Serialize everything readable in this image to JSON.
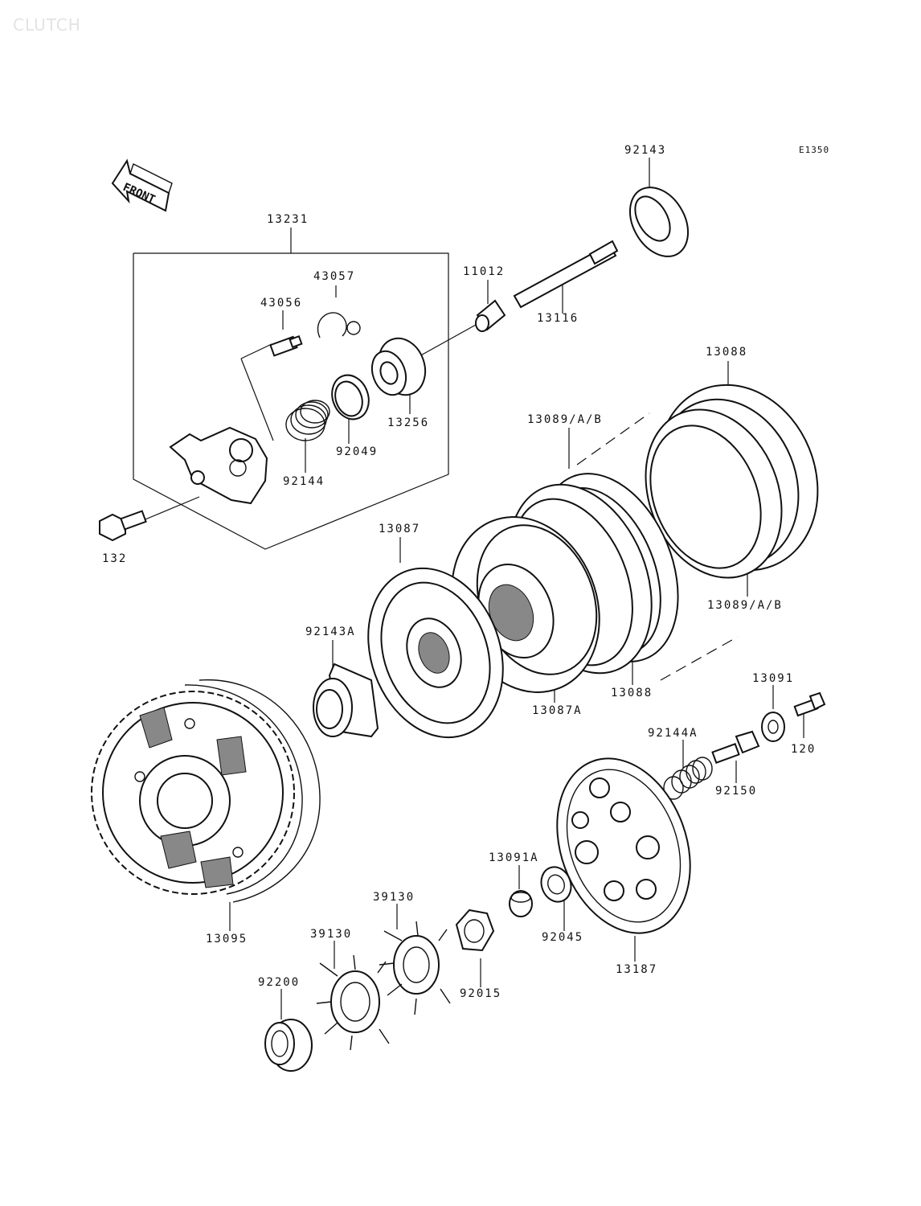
{
  "watermark": "CLUTCH",
  "diagram_code": "E1350",
  "front_label": "FRONT",
  "labels": {
    "p92143": "92143",
    "p13231": "13231",
    "p43057": "43057",
    "p43056": "43056",
    "p11012": "11012",
    "p13116": "13116",
    "p13088_top": "13088",
    "p13256": "13256",
    "p92049": "92049",
    "p92144": "92144",
    "p132": "132",
    "p13089_top": "13089/A/B",
    "p13087": "13087",
    "p92143A": "92143A",
    "p13089_bottom": "13089/A/B",
    "p13088_bottom": "13088",
    "p13087A": "13087A",
    "p13091": "13091",
    "p92144A": "92144A",
    "p120": "120",
    "p92150": "92150",
    "p13091A": "13091A",
    "p39130_upper": "39130",
    "p39130_lower": "39130",
    "p92045": "92045",
    "p13095": "13095",
    "p13187": "13187",
    "p92015": "92015",
    "p92200": "92200"
  }
}
